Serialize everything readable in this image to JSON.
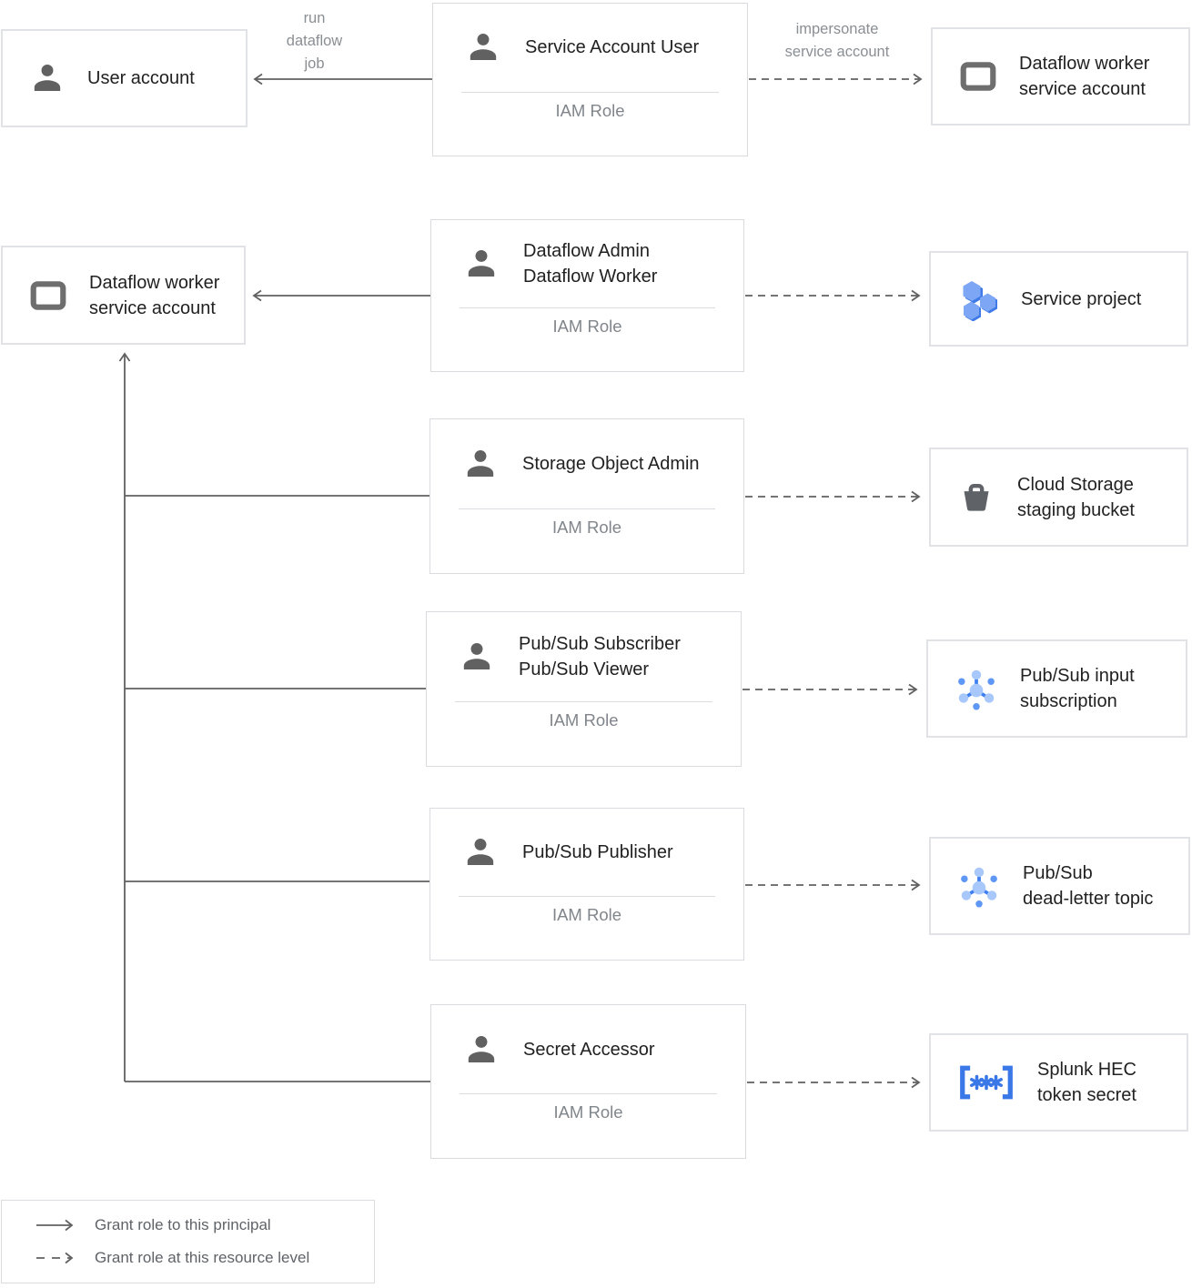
{
  "nodes": {
    "user_account": {
      "label": "User account"
    },
    "dataflow_worker_sa_top": {
      "line1": "Dataflow worker",
      "line2": "service account"
    },
    "dataflow_worker_sa_left": {
      "line1": "Dataflow worker",
      "line2": "service account"
    },
    "service_project": {
      "label": "Service project"
    },
    "cloud_storage": {
      "line1": "Cloud Storage",
      "line2": "staging bucket"
    },
    "pubsub_input": {
      "line1": "Pub/Sub input",
      "line2": "subscription"
    },
    "pubsub_dead_letter": {
      "line1": "Pub/Sub",
      "line2": "dead-letter topic"
    },
    "splunk_secret": {
      "line1": "Splunk HEC",
      "line2": "token secret"
    }
  },
  "roles": [
    {
      "line1": "Service Account User",
      "subtitle": "IAM Role"
    },
    {
      "line1": "Dataflow Admin",
      "line2": "Dataflow Worker",
      "subtitle": "IAM Role"
    },
    {
      "line1": "Storage Object Admin",
      "subtitle": "IAM Role"
    },
    {
      "line1": "Pub/Sub Subscriber",
      "line2": "Pub/Sub Viewer",
      "subtitle": "IAM Role"
    },
    {
      "line1": "Pub/Sub Publisher",
      "subtitle": "IAM Role"
    },
    {
      "line1": "Secret Accessor",
      "subtitle": "IAM Role"
    }
  ],
  "edge_labels": {
    "run_dataflow_job": {
      "line1": "run",
      "line2": "dataflow",
      "line3": "job"
    },
    "impersonate": {
      "line1": "impersonate",
      "line2": "service account"
    }
  },
  "legend": {
    "solid_label": "Grant role to this principal",
    "dashed_label": "Grant role at this resource level"
  },
  "icons": {
    "person": "person-icon",
    "service_account": "service-account-card-icon",
    "project": "project-hexagons-icon",
    "bucket": "storage-bucket-icon",
    "pubsub": "pubsub-topic-icon",
    "secret": "secret-manager-icon"
  },
  "colors": {
    "accent_blue": "#4285f4",
    "light_blue": "#a8c7fa",
    "mid_blue": "#5e97f6",
    "hex_blue_front": "#7da7f4",
    "hex_blue_back": "#3f7ae8",
    "icon_gray": "#616161",
    "line_gray": "#616161",
    "border_gray": "#dadce0",
    "text_dark": "#212121",
    "text_gray": "#80868b"
  }
}
